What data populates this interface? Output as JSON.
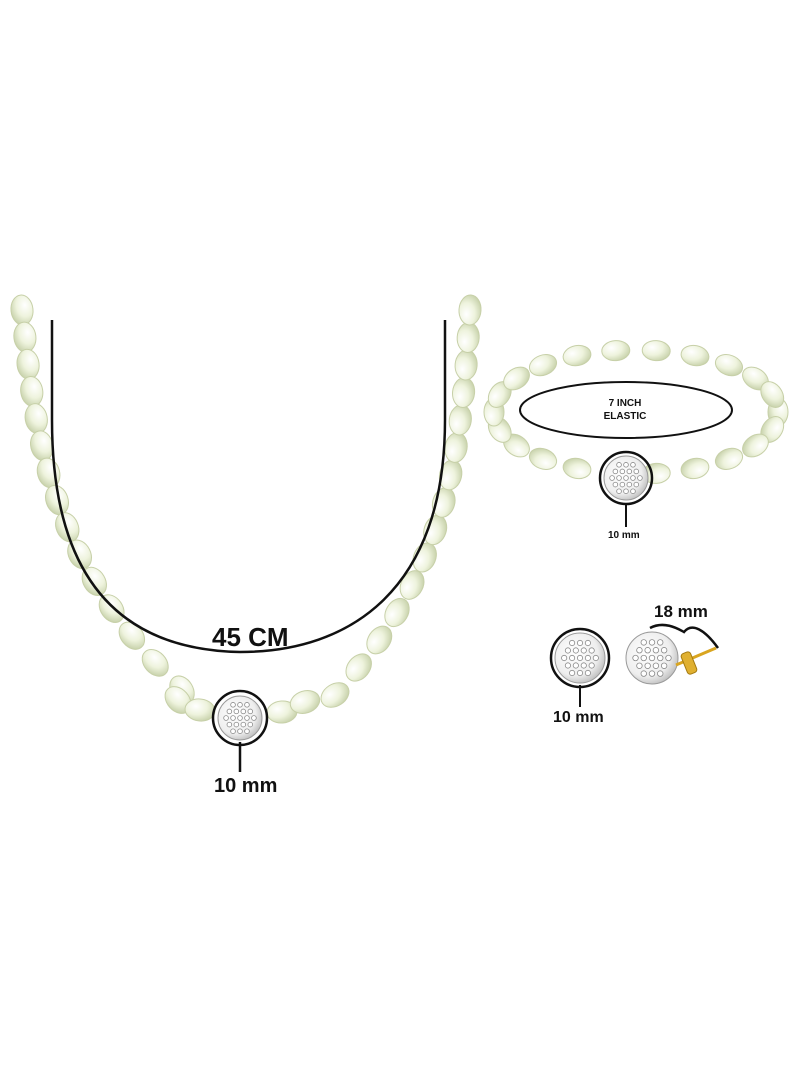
{
  "necklace": {
    "length_label": "45 CM",
    "pendant_size_label": "10 mm"
  },
  "bracelet": {
    "length_label_line1": "7 INCH",
    "length_label_line2": "ELASTIC",
    "charm_size_label": "10 mm"
  },
  "earrings": {
    "diameter_label": "10 mm",
    "depth_label": "18 mm"
  },
  "colors": {
    "pearl": "#eef3dd",
    "pearl_shadow": "#cfd8b4",
    "line": "#111111",
    "gold": "#d9a520",
    "crystal": "#f3f3f3"
  }
}
